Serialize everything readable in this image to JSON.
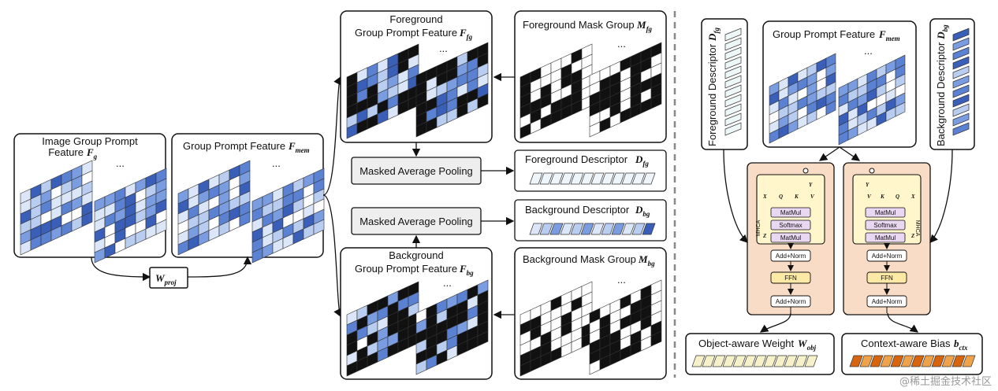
{
  "left": {
    "image_feature_title_1": "Image Group Prompt",
    "image_feature_title_2": "Feature",
    "image_feature_sym": "F",
    "image_feature_sub": "g",
    "mem_feature_title": "Group Prompt Feature",
    "mem_feature_sym": "F",
    "mem_feature_sub": "mem",
    "proj_sym": "W",
    "proj_sub": "proj",
    "ellipsis": "..."
  },
  "middle": {
    "fg_feature_title_1": "Foreground",
    "fg_feature_title_2": "Group Prompt Feature",
    "fg_feature_sym": "F",
    "fg_feature_sub": "fg",
    "fg_mask_title": "Foreground Mask Group",
    "fg_mask_sym": "M",
    "fg_mask_sub": "fg",
    "map_fg_label": "Masked Average Pooling",
    "map_bg_label": "Masked Average Pooling",
    "fg_desc_title": "Foreground Descriptor",
    "fg_desc_sym": "D",
    "fg_desc_sub": "fg",
    "bg_desc_title": "Background Descriptor",
    "bg_desc_sym": "D",
    "bg_desc_sub": "bg",
    "bg_feature_title_1": "Background",
    "bg_feature_title_2": "Group Prompt Feature",
    "bg_feature_sym": "F",
    "bg_feature_sub": "bg",
    "bg_mask_title": "Background Mask Group",
    "bg_mask_sym": "M",
    "bg_mask_sub": "bg",
    "ellipsis": "..."
  },
  "right": {
    "fg_desc_title": "Foreground Descriptor",
    "fg_desc_sym": "D",
    "fg_desc_sub": "fg",
    "mem_title": "Group Prompt Feature",
    "mem_sym": "F",
    "mem_sub": "mem",
    "bg_desc_title": "Background Descriptor",
    "bg_desc_sym": "D",
    "bg_desc_sub": "bg",
    "mhca_label": "MHCA",
    "matmul_top": "MatMul",
    "softmax": "Softmax",
    "matmul_bottom": "MatMul",
    "add_norm_1": "Add+Norm",
    "ffn": "FFN",
    "add_norm_2": "Add+Norm",
    "var_x": "X",
    "var_y": "Y",
    "var_z": "Z",
    "var_q": "Q",
    "var_k": "K",
    "var_v": "V",
    "obj_title": "Object-aware Weight",
    "obj_sym": "W",
    "obj_sub": "obj",
    "ctx_title": "Context-aware Bias",
    "ctx_sym": "b",
    "ctx_sub": "ctx",
    "ellipsis": "..."
  },
  "watermark": "@稀土掘金技术社区",
  "colors": {
    "blue_dark": "#3a5fb8",
    "blue_mid": "#7a9ce0",
    "blue_light": "#dbe6f8",
    "mask_black": "#111111",
    "encoder_bg": "#f9dcc6",
    "encoder_inner": "#fff6cc",
    "obj_fill": "#f6f1c8",
    "ctx_dark": "#d9640e",
    "ctx_light": "#f0a24a"
  }
}
